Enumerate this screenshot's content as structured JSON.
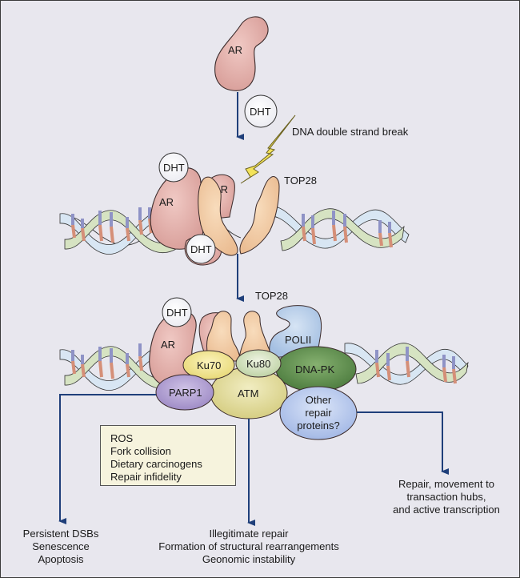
{
  "figure": {
    "labels": {
      "ar": "AR",
      "dht": "DHT",
      "dsb": "DNA double strand break",
      "top28": "TOP28",
      "ku70": "Ku70",
      "ku80": "Ku80",
      "polii": "POLII",
      "dnapk": "DNA-PK",
      "parp1": "PARP1",
      "atm": "ATM",
      "other_repair": [
        "Other",
        "repair",
        "proteins?"
      ]
    },
    "causes_box": [
      "ROS",
      "Fork collision",
      "Dietary carcinogens",
      "Repair infidelity"
    ],
    "outcomes": {
      "left": [
        "Persistent DSBs",
        "Senescence",
        "Apoptosis"
      ],
      "center": [
        "Illegitimate repair",
        "Formation of structural rearrangements",
        "Geonomic instability"
      ],
      "right": [
        "Repair, movement to",
        "transaction hubs,",
        "and active transcription"
      ]
    },
    "colors": {
      "background": "#e8e7ee",
      "arrow": "#1f3f7a",
      "ar": "#e3b1ad",
      "top28": "#f3cfa8",
      "dht": "#ffffff",
      "ku70": "#f2e695",
      "ku80": "#dde8cc",
      "polii": "#bcd1ea",
      "dnapk": "#5e8f4e",
      "parp1": "#b8a6d6",
      "atm": "#e3dc9c",
      "other_repair": "#bccdef",
      "lightning": "#f3e35a",
      "box_fill": "#f6f3dd",
      "dna_strand_a": "#d8e6f3",
      "dna_strand_b": "#d6e3c2",
      "base_blue": "#8f93c6",
      "base_orange": "#d58f78"
    }
  }
}
